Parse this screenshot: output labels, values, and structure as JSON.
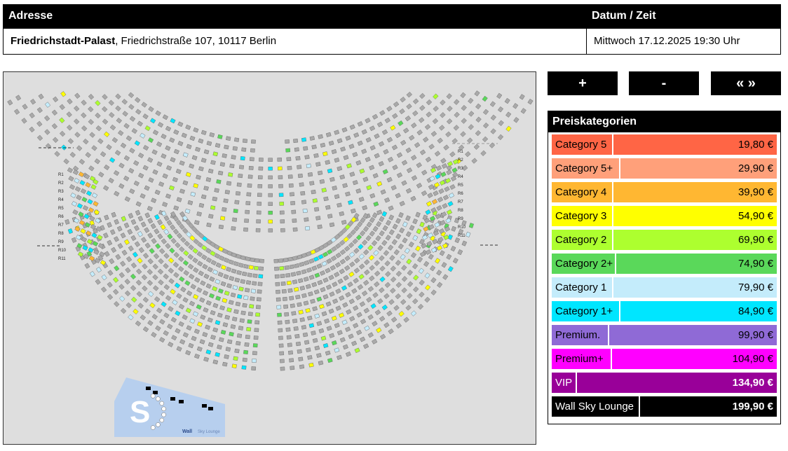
{
  "info": {
    "address_header": "Adresse",
    "date_header": "Datum / Zeit",
    "venue_name": "Friedrichstadt-Palast",
    "venue_address": ", Friedrichstraße 107, 10117 Berlin",
    "date_time": "Mittwoch 17.12.2025 19:30 Uhr"
  },
  "zoom": {
    "plus": "+",
    "minus": "-",
    "reset": "« »"
  },
  "prices": {
    "title": "Preiskategorien",
    "categories": [
      {
        "name": "Category 5",
        "price": "19,80 €",
        "color": "#ff6545",
        "text_color": "#000000"
      },
      {
        "name": "Category 5+",
        "price": "29,90 €",
        "color": "#ffa07a",
        "text_color": "#000000"
      },
      {
        "name": "Category 4",
        "price": "39,90 €",
        "color": "#ffb732",
        "text_color": "#000000"
      },
      {
        "name": "Category 3",
        "price": "54,90 €",
        "color": "#ffff00",
        "text_color": "#000000"
      },
      {
        "name": "Category 2",
        "price": "69,90 €",
        "color": "#adff2f",
        "text_color": "#000000"
      },
      {
        "name": "Category 2+",
        "price": "74,90 €",
        "color": "#5ad85a",
        "text_color": "#000000"
      },
      {
        "name": "Category 1",
        "price": "79,90 €",
        "color": "#c4ecfb",
        "text_color": "#000000"
      },
      {
        "name": "Category 1+",
        "price": "84,90 €",
        "color": "#00e6ff",
        "text_color": "#000000"
      },
      {
        "name": "Premium.",
        "price": "99,90 €",
        "color": "#8f6ad6",
        "text_color": "#000000"
      },
      {
        "name": "Premium+",
        "price": "104,90 €",
        "color": "#ff00ff",
        "text_color": "#000000"
      },
      {
        "name": "VIP",
        "price": "134,90 €",
        "color": "#990099",
        "text_color": "#ffffff"
      },
      {
        "name": "Wall Sky Lounge",
        "price": "199,90 €",
        "color": "#000000",
        "text_color": "#ffffff"
      }
    ]
  },
  "seatmap": {
    "seat_color": "#a9a9a9",
    "lounge_color": "#b7cfee",
    "lounge_logo": "Wall",
    "lounge_text": "Sky Lounge",
    "row_labels_left": [
      "R1",
      "R2",
      "R3",
      "R4",
      "R5",
      "R6",
      "R7",
      "R8",
      "R9",
      "R10",
      "R11"
    ],
    "row_labels_right": [
      "R1",
      "R2",
      "R3",
      "R4",
      "R5",
      "R6",
      "R7",
      "R8",
      "R9",
      "R10",
      "R11"
    ]
  }
}
